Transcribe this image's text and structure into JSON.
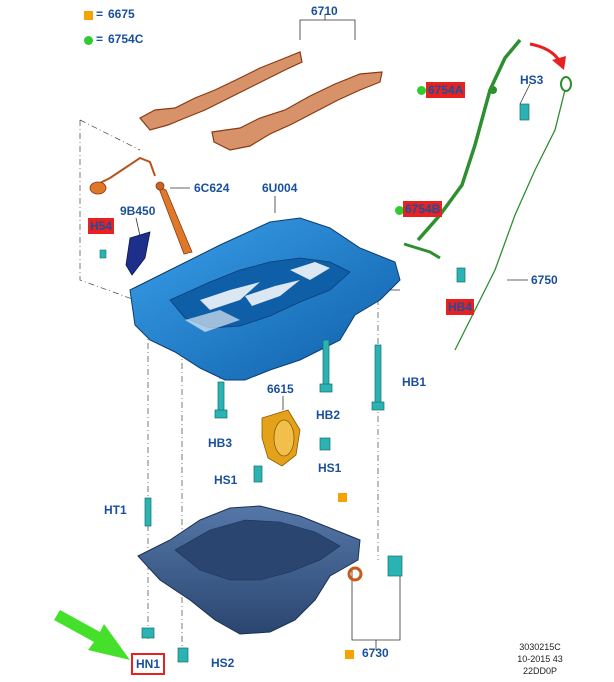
{
  "legend": {
    "square": {
      "sym": "=",
      "code": "6675",
      "color": "#f5a300"
    },
    "circle": {
      "sym": "=",
      "code": "6754C",
      "color": "#2ecc2e"
    }
  },
  "labels": {
    "l6710": "6710",
    "l6754A": "6754A",
    "lHS3": "HS3",
    "l6C624": "6C624",
    "l6U004": "6U004",
    "l9B450": "9B450",
    "lH54": "H54",
    "l6754B": "6754B",
    "l6750": "6750",
    "lHB4": "HB4",
    "lHB1": "HB1",
    "l6615": "6615",
    "lHB2": "HB2",
    "lHB3": "HB3",
    "lHS1a": "HS1",
    "lHS1b": "HS1",
    "lHT1": "HT1",
    "lHN1": "HN1",
    "lHS2": "HS2",
    "l6730": "6730"
  },
  "reference": {
    "line1": "3030215C",
    "line2": "10-2015 43",
    "line3": "22DD0P"
  },
  "colors": {
    "label": "#1a4f9c",
    "highlight": "#e8201f",
    "part_blue": "#1b78c8",
    "pan": "#3d5f91",
    "gasket": "#b5541f",
    "tube": "#2e8f2e",
    "fastener": "#2bb3b3",
    "pump": "#e3a21a",
    "arrow": "#45e02a"
  }
}
